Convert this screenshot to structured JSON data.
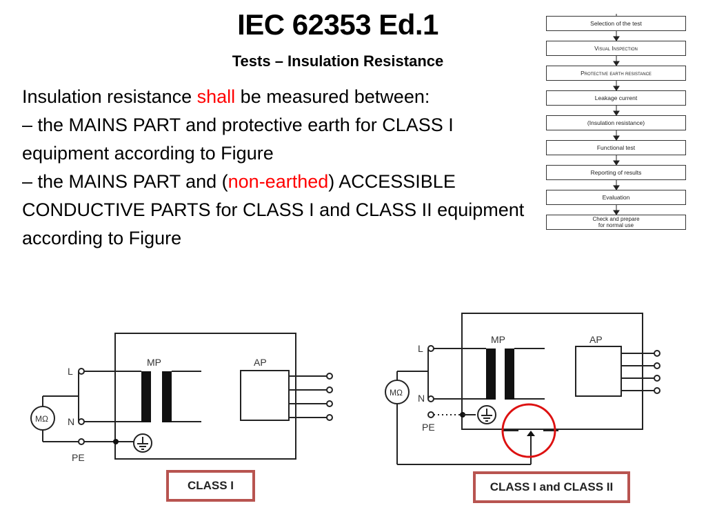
{
  "header": {
    "title": "IEC 62353 Ed.1",
    "subtitle": "Tests – Insulation Resistance"
  },
  "text": {
    "l1_a": "Insulation resistance ",
    "l1_b": "shall",
    "l1_c": " be measured between:",
    "l2": "– the MAINS PART and protective earth for CLASS I equipment according to Figure",
    "l3_a": "– the MAINS PART and (",
    "l3_b": "non-earthed",
    "l3_c": ") ACCESSIBLE CONDUCTIVE PARTS for CLASS I and CLASS II equipment according to Figure"
  },
  "colors": {
    "highlight": "#ff0000",
    "label_border": "#b85450",
    "circle": "#dd1111"
  },
  "flowchart": {
    "steps": [
      "Selection of the test",
      "Visual Inspection",
      "Protective earth resistance",
      "Leakage current",
      "(Insulation resistance)",
      "Functional test",
      "Reporting of results",
      "Evaluation",
      "Check and prepare",
      "for normal use"
    ]
  },
  "diagram": {
    "left": {
      "L": "L",
      "N": "N",
      "PE": "PE",
      "MP": "MP",
      "AP": "AP",
      "meter": "MΩ",
      "label": "CLASS I"
    },
    "right": {
      "L": "L",
      "N": "N",
      "PE": "PE",
      "MP": "MP",
      "AP": "AP",
      "meter": "MΩ",
      "label": "CLASS I and CLASS II"
    }
  }
}
